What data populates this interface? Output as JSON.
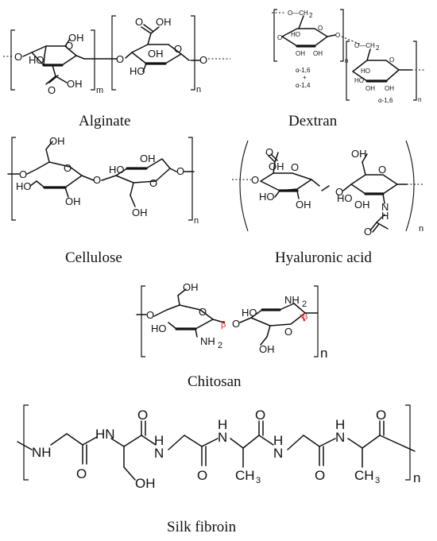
{
  "captions": {
    "alginate": "Alginate",
    "dextran": "Dextran",
    "cellulose": "Cellulose",
    "hyaluronic": "Hyaluronic acid",
    "chitosan": "Chitosan",
    "silk": "Silk fibroin"
  },
  "labels": {
    "o": "O",
    "oh": "OH",
    "ho": "HO",
    "nh": "NH",
    "hn": "HN",
    "nh2": "NH",
    "n": "N",
    "h": "H",
    "ch3": "CH",
    "sub2": "2",
    "sub3": "3",
    "m": "m",
    "n_sub": "n",
    "och2": "O—CH",
    "beta": "β",
    "a16": "α-1,6",
    "plus": "+",
    "a14": "α-1,4"
  }
}
